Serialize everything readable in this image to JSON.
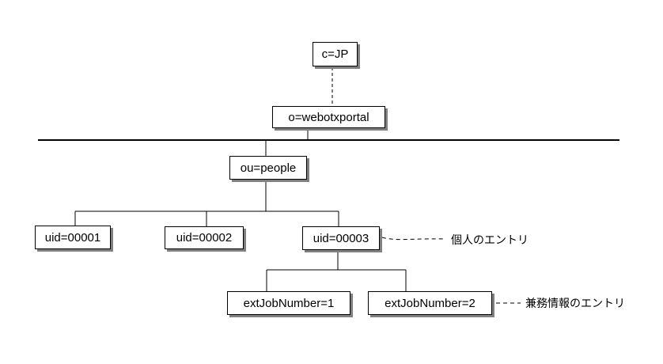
{
  "diagram": {
    "kind": "ldap-directory-tree",
    "nodes": {
      "c_jp": {
        "label": "c=JP"
      },
      "org": {
        "label": "o=webotxportal"
      },
      "ou_people": {
        "label": "ou=people"
      },
      "uid1": {
        "label": "uid=00001"
      },
      "uid2": {
        "label": "uid=00002"
      },
      "uid3": {
        "label": "uid=00003"
      },
      "job1": {
        "label": "extJobNumber=1"
      },
      "job2": {
        "label": "extJobNumber=2"
      }
    },
    "hierarchy": [
      {
        "id": "c_jp",
        "parent": null,
        "link_style": "dashed"
      },
      {
        "id": "org",
        "parent": "c_jp",
        "link_style": "solid"
      },
      {
        "id": "ou_people",
        "parent": "org",
        "link_style": "solid"
      },
      {
        "id": "uid1",
        "parent": "ou_people",
        "link_style": "solid"
      },
      {
        "id": "uid2",
        "parent": "ou_people",
        "link_style": "solid"
      },
      {
        "id": "uid3",
        "parent": "ou_people",
        "link_style": "solid"
      },
      {
        "id": "job1",
        "parent": "uid3",
        "link_style": "solid"
      },
      {
        "id": "job2",
        "parent": "uid3",
        "link_style": "solid"
      }
    ],
    "annotations": {
      "uid3_note": {
        "label": "個人のエントリ",
        "target": "uid3",
        "connector": "dashed"
      },
      "job2_note": {
        "label": "兼務情報のエントリ",
        "target": "job2",
        "connector": "dashed"
      }
    },
    "colors": {
      "background": "#ffffff",
      "box_fill": "#ffffff",
      "box_border": "#000000",
      "box_shadow": "#808080",
      "line": "#000000"
    }
  }
}
